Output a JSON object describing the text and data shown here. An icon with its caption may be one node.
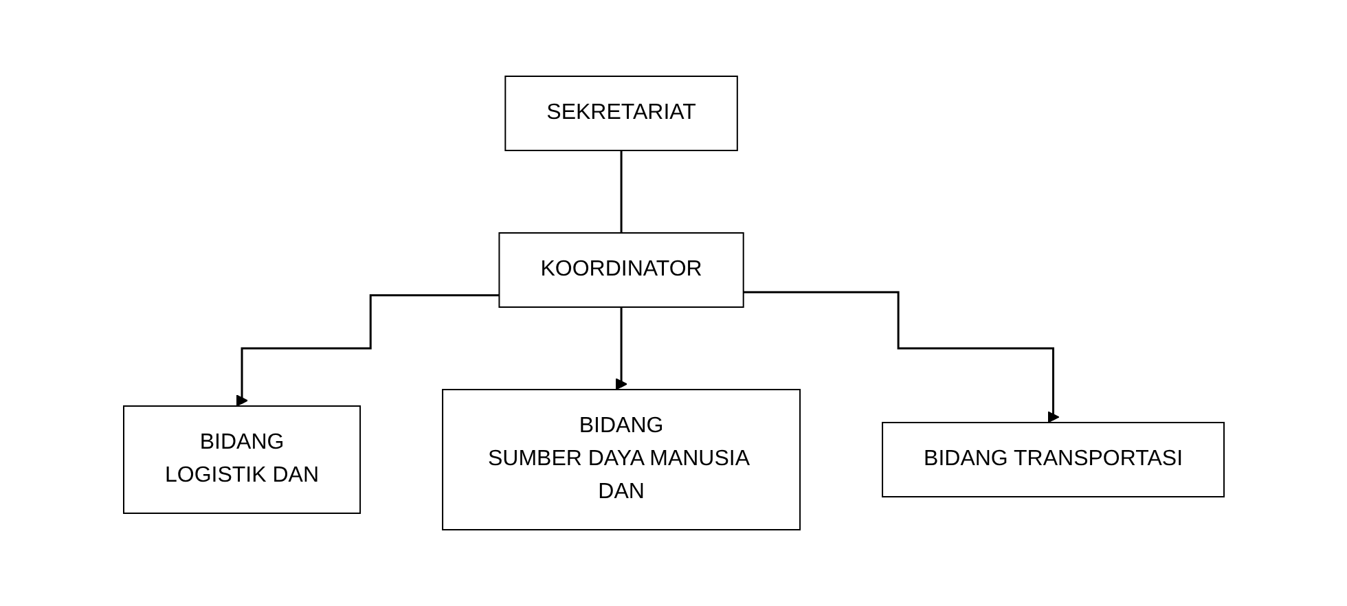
{
  "diagram": {
    "nodes": [
      {
        "text": [
          "KOORDINATOR"
        ]
      },
      {
        "text": [
          "SEKRETARIAT"
        ]
      },
      {
        "text": [
          "BIDANG",
          "LOGISTIK DAN"
        ]
      },
      {
        "text": [
          "BIDANG",
          "SUMBER DAYA MANUSIA DAN"
        ]
      },
      {
        "text": [
          "BIDANG TRANSPORTASI"
        ]
      }
    ],
    "edges": [
      {
        "from": 1,
        "to": 0,
        "arrow": "none"
      },
      {
        "from": 0,
        "to": 2,
        "arrow": "to"
      },
      {
        "from": 0,
        "to": 3,
        "arrow": "to"
      },
      {
        "from": 0,
        "to": 4,
        "arrow": "to"
      }
    ]
  }
}
